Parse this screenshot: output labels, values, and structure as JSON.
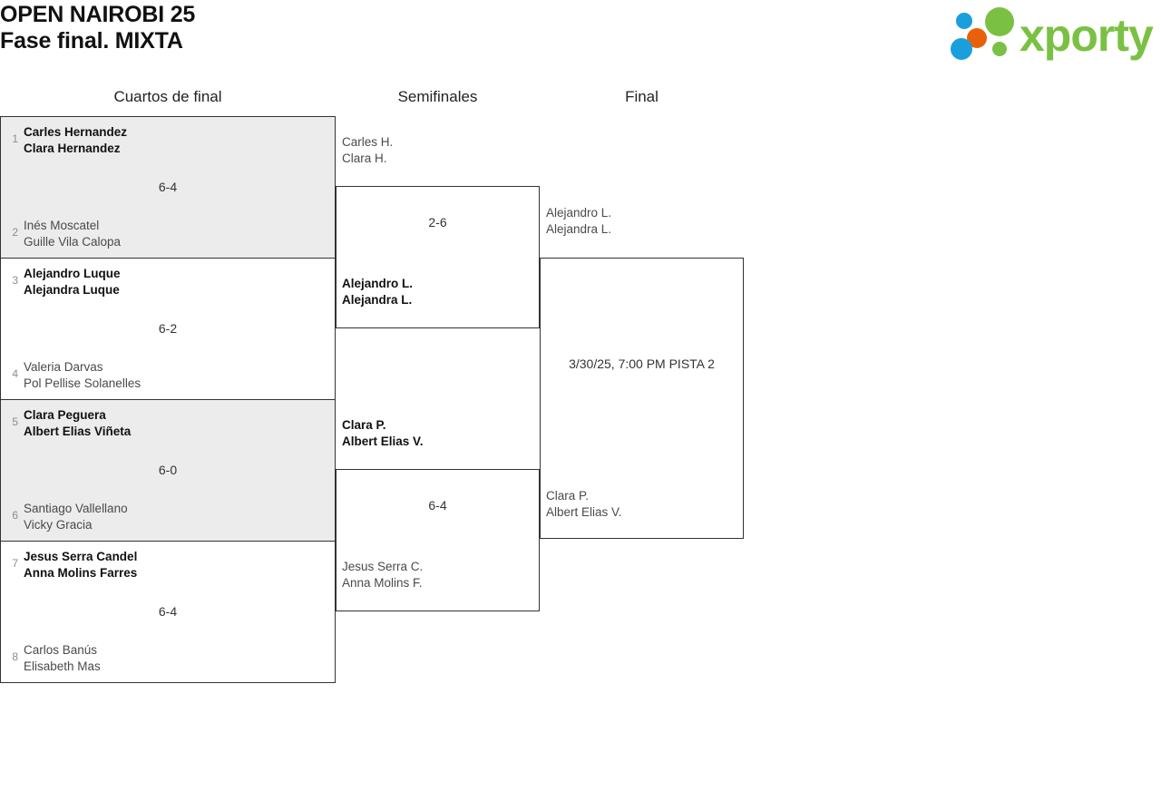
{
  "header": {
    "title_line1": "OPEN NAIROBI 25",
    "title_line2": "Fase final. MIXTA",
    "logo_text": "xporty",
    "logo_colors": {
      "green": "#7AC143",
      "orange": "#E8610A",
      "blue": "#19A0DC"
    }
  },
  "rounds": [
    {
      "key": "qf",
      "label": "Cuartos de final"
    },
    {
      "key": "sf",
      "label": "Semifinales"
    },
    {
      "key": "fn",
      "label": "Final"
    }
  ],
  "quarterfinals": [
    {
      "score": "6-4",
      "top": {
        "seed": "1",
        "p1": "Carles Hernandez",
        "p2": "Clara Hernandez",
        "winner": true
      },
      "bottom": {
        "seed": "2",
        "p1": "Inés Moscatel",
        "p2": "Guille Vila Calopa",
        "winner": false
      }
    },
    {
      "score": "6-2",
      "top": {
        "seed": "3",
        "p1": "Alejandro Luque",
        "p2": "Alejandra Luque",
        "winner": true
      },
      "bottom": {
        "seed": "4",
        "p1": "Valeria Darvas",
        "p2": "Pol Pellise Solanelles",
        "winner": false
      }
    },
    {
      "score": "6-0",
      "top": {
        "seed": "5",
        "p1": "Clara Peguera",
        "p2": "Albert Elias Viñeta",
        "winner": true
      },
      "bottom": {
        "seed": "6",
        "p1": "Santiago Vallellano",
        "p2": "Vicky Gracia",
        "winner": false
      }
    },
    {
      "score": "6-4",
      "top": {
        "seed": "7",
        "p1": "Jesus Serra Candel",
        "p2": "Anna Molins Farres",
        "winner": true
      },
      "bottom": {
        "seed": "8",
        "p1": "Carlos Banús",
        "p2": "Elisabeth Mas",
        "winner": false
      }
    }
  ],
  "semifinals": [
    {
      "score": "2-6",
      "top": {
        "p1": "Carles H.",
        "p2": "Clara H.",
        "winner": false
      },
      "bottom": {
        "p1": "Alejandro L.",
        "p2": "Alejandra L.",
        "winner": true
      }
    },
    {
      "score": "6-4",
      "top": {
        "p1": "Clara P.",
        "p2": "Albert Elias V.",
        "winner": true
      },
      "bottom": {
        "p1": "Jesus Serra C.",
        "p2": "Anna Molins F.",
        "winner": false
      }
    }
  ],
  "final": {
    "schedule": "3/30/25, 7:00 PM PISTA 2",
    "top": {
      "p1": "Alejandro L.",
      "p2": "Alejandra L.",
      "winner": false
    },
    "bottom": {
      "p1": "Clara P.",
      "p2": "Albert Elias V.",
      "winner": false
    }
  }
}
